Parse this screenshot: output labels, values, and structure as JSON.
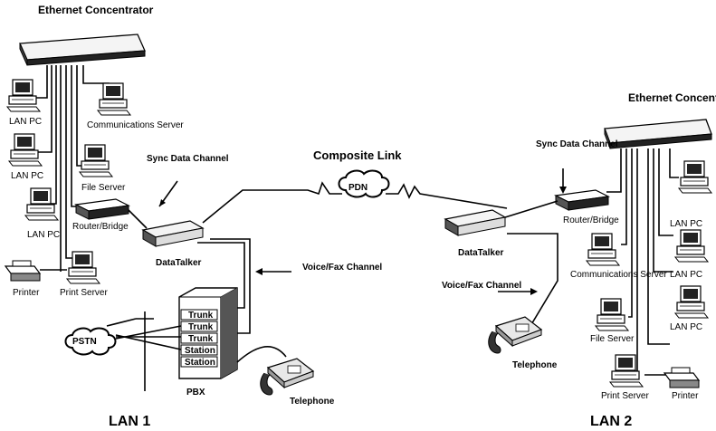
{
  "left": {
    "concentrator": "Ethernet Concentrator",
    "pc_label": "LAN PC",
    "comm_server": "Communications Server",
    "file_server": "File Server",
    "router": "Router/Bridge",
    "printer": "Printer",
    "print_server": "Print Server",
    "sync": "Sync Data Channel",
    "datatalker": "DataTalker",
    "voice": "Voice/Fax Channel",
    "pbx": "PBX",
    "pbx_ports": [
      "Trunk",
      "Trunk",
      "Trunk",
      "Station",
      "Station"
    ],
    "pstn": "PSTN",
    "telephone": "Telephone",
    "lan": "LAN 1"
  },
  "center": {
    "link": "Composite Link",
    "pdn": "PDN"
  },
  "right": {
    "concentrator": "Ethernet Concentrator",
    "pc_label": "LAN PC",
    "comm_server": "Communications Server",
    "file_server": "File Server",
    "router": "Router/Bridge",
    "printer": "Printer",
    "print_server": "Print Server",
    "sync": "Sync Data Channel",
    "datatalker": "DataTalker",
    "voice": "Voice/Fax Channel",
    "telephone": "Telephone",
    "lan": "LAN 2"
  }
}
